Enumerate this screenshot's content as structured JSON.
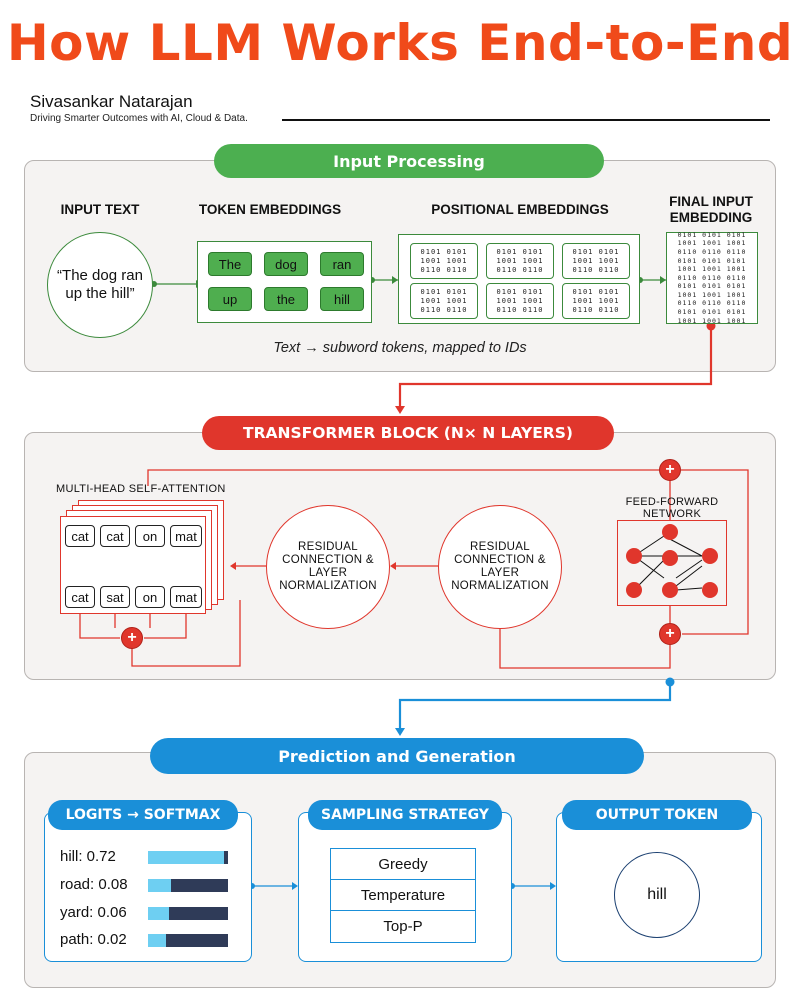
{
  "header": {
    "title": "How LLM Works End-to-End",
    "author": "Sivasankar Natarajan",
    "tagline": "Driving Smarter Outcomes with AI, Cloud & Data."
  },
  "input_processing": {
    "pill": "Input Processing",
    "labels": {
      "input_text": "INPUT TEXT",
      "token_embeddings": "TOKEN EMBEDDINGS",
      "positional_embeddings": "POSITIONAL EMBEDDINGS",
      "final_input_embedding": "FINAL INPUT EMBEDDING"
    },
    "input_sentence": "“The dog ran up the hill”",
    "tokens": [
      "The",
      "dog",
      "ran",
      "up",
      "the",
      "hill"
    ],
    "pos_rows": [
      "0101 0101",
      "1001 1001",
      "0110 0110"
    ],
    "final_rows": [
      "0101 0101 0101",
      "1001 1001 1001",
      "0110 0110 0110",
      "0101 0101 0101",
      "1001 1001 1001",
      "0110 0110 0110",
      "0101 0101 0101",
      "1001 1001 1001",
      "0110 0110 0110",
      "0101 0101 0101",
      "1001 1001 1001"
    ],
    "caption": "Text → subword tokens, mapped to IDs"
  },
  "transformer": {
    "pill": "TRANSFORMER BLOCK (N× N LAYERS)",
    "attention_label": "MULTI-HEAD SELF-ATTENTION",
    "top_words": [
      "cat",
      "cat",
      "on",
      "mat"
    ],
    "bottom_words": [
      "cat",
      "sat",
      "on",
      "mat"
    ],
    "residual_left": "RESIDUAL CONNECTION & LAYER NORMALIZATION",
    "residual_right": "RESIDUAL CONNECTION & LAYER NORMALIZATION",
    "ffn_label": "FEED-FORWARD NETWORK",
    "plus": "+"
  },
  "prediction": {
    "pill": "Prediction and Generation",
    "logits": {
      "tab": "LOGITS → SOFTMAX",
      "items": [
        {
          "label": "hill: 0.72",
          "fill": 0.72
        },
        {
          "label": "road: 0.08",
          "fill": 0.08
        },
        {
          "label": "yard: 0.06",
          "fill": 0.06
        },
        {
          "label": "path: 0.02",
          "fill": 0.02
        }
      ]
    },
    "sampling": {
      "tab": "SAMPLING STRATEGY",
      "items": [
        "Greedy",
        "Temperature",
        "Top-P"
      ]
    },
    "output": {
      "tab": "OUTPUT TOKEN",
      "token": "hill"
    }
  },
  "colors": {
    "title": "#f04a1a",
    "green": "#4caf50",
    "red": "#e0362c",
    "blue": "#1a8fd8",
    "bar_track": "#2f3b58",
    "bar_fill": "#6ecff2"
  }
}
